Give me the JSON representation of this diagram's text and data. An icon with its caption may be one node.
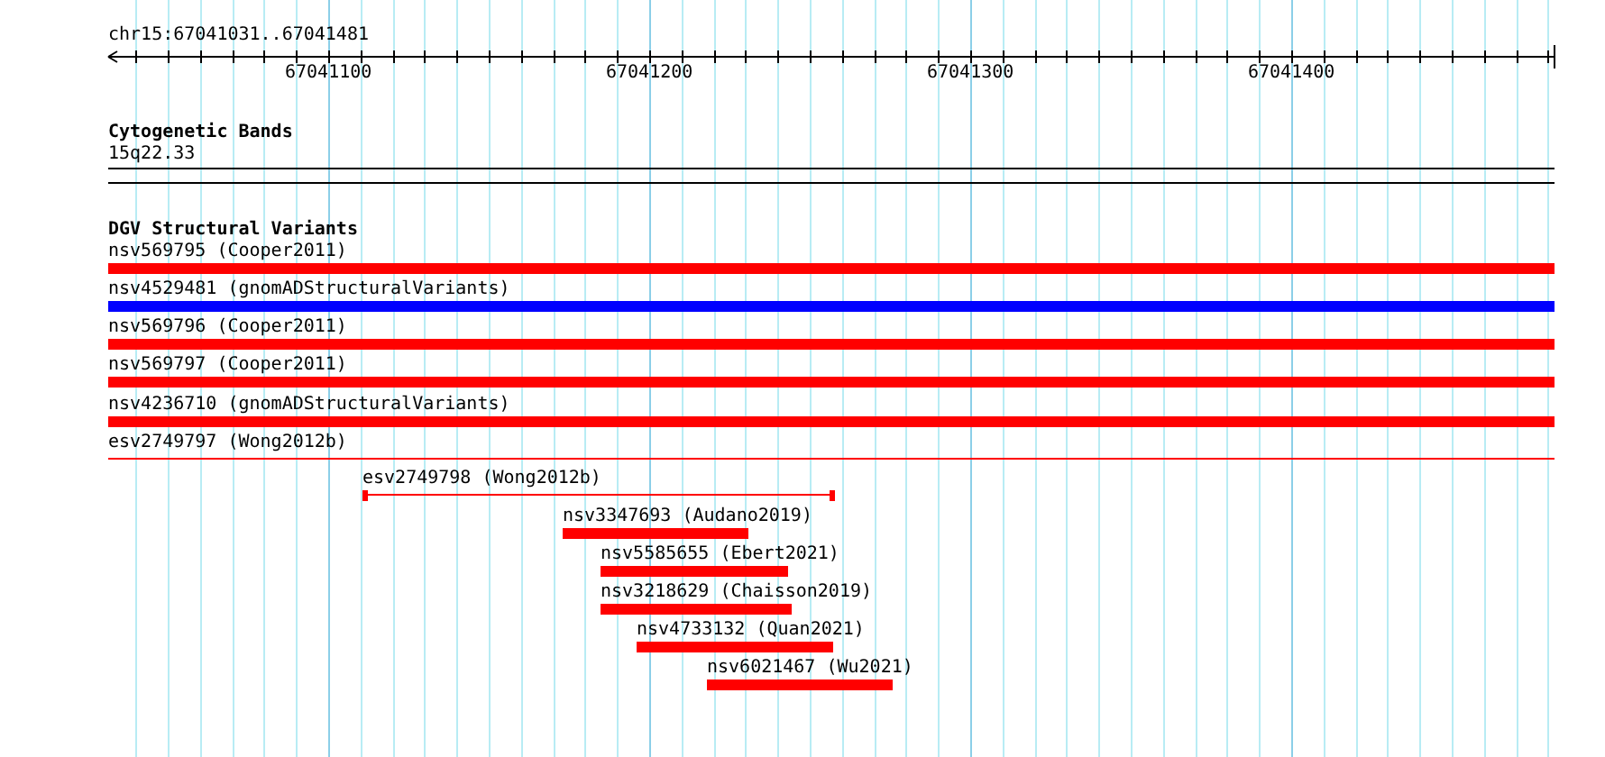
{
  "diagram": {
    "nodes": [
      {
        "text": [
          "nsv569795 (Cooper2011)"
        ]
      },
      {
        "text": [
          "nsv4529481 (gnomADStructuralVariants)"
        ]
      },
      {
        "text": [
          "nsv569796 (Cooper2011)"
        ]
      },
      {
        "text": [
          "nsv569797 (Cooper2011)"
        ]
      },
      {
        "text": [
          "nsv4236710 (gnomADStructuralVariants)"
        ]
      },
      {
        "text": [
          "esv2749797 (Wong2012b)"
        ]
      },
      {
        "text": [
          "esv2749798 (Wong2012b)"
        ]
      },
      {
        "text": [
          "nsv3347693 (Audano2019)"
        ]
      },
      {
        "text": [
          "nsv5585655 (Ebert2021)"
        ]
      },
      {
        "text": [
          "nsv3218629 (Chaisson2019)"
        ]
      },
      {
        "text": [
          "nsv4733132 (Quan2021)"
        ]
      },
      {
        "text": [
          "nsv6021467 (Wu2021)"
        ]
      }
    ],
    "labels": [
      "chr15:67041031..67041481",
      "67041100",
      "67041200",
      "67041300",
      "67041400",
      "Cytogenetic Bands",
      "15q22.33",
      "DGV Structural Variants"
    ]
  }
}
